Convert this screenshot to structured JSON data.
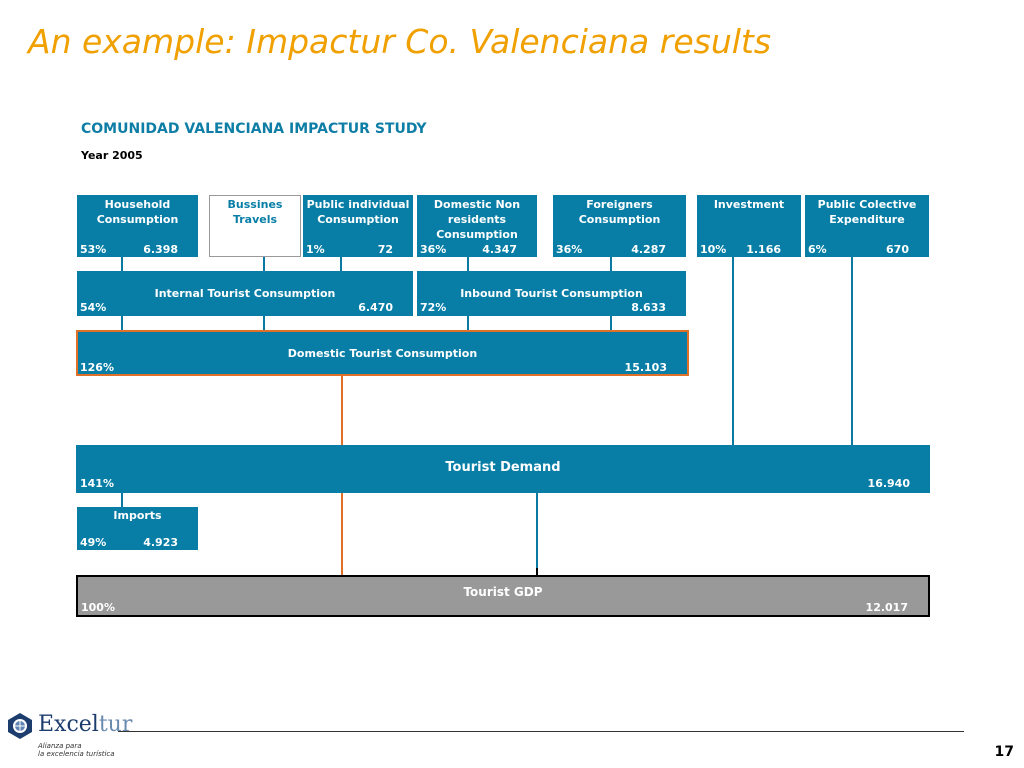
{
  "title": "An example: Impactur Co. Valenciana results",
  "study": {
    "title": "COMUNIDAD VALENCIANA IMPACTUR STUDY",
    "year": "Year 2005"
  },
  "boxes": {
    "household": {
      "label": [
        "Household",
        "Consumption"
      ],
      "pct": "53%",
      "val": "6.398"
    },
    "business": {
      "label": [
        "Bussines",
        "Travels"
      ]
    },
    "public_ind": {
      "label": [
        "Public individual",
        "Consumption"
      ],
      "pct": "1%",
      "val": "72"
    },
    "domestic_nonres": {
      "label": [
        "Domestic Non",
        "residents",
        "Consumption"
      ],
      "pct": "36%",
      "val": "4.347"
    },
    "foreigners": {
      "label": [
        "Foreigners",
        "Consumption"
      ],
      "pct": "36%",
      "val": "4.287"
    },
    "investment": {
      "label": [
        "Investment"
      ],
      "pct": "10%",
      "val": "1.166"
    },
    "public_col": {
      "label": [
        "Public Colective",
        "Expenditure"
      ],
      "pct": "6%",
      "val": "670"
    },
    "internal": {
      "label": "Internal Tourist Consumption",
      "pct": "54%",
      "val": "6.470"
    },
    "inbound": {
      "label": "Inbound Tourist Consumption",
      "pct": "72%",
      "val": "8.633"
    },
    "domestic": {
      "label": "Domestic Tourist Consumption",
      "pct": "126%",
      "val": "15.103"
    },
    "demand": {
      "label": "Tourist Demand",
      "pct": "141%",
      "val": "16.940"
    },
    "imports": {
      "label": "Imports",
      "pct": "49%",
      "val": "4.923"
    },
    "gdp": {
      "label": "Tourist GDP",
      "pct": "100%",
      "val": "12.017"
    }
  },
  "footer": {
    "page": "17",
    "logo_name_1": "Excel",
    "logo_name_2": "tur",
    "logo_tag_1": "Alianza para",
    "logo_tag_2": "la excelencia turística"
  },
  "colors": {
    "box": "#087ea6",
    "accent": "#f0a000",
    "connector_orange": "#e07028",
    "gdp_gray": "#999999"
  }
}
